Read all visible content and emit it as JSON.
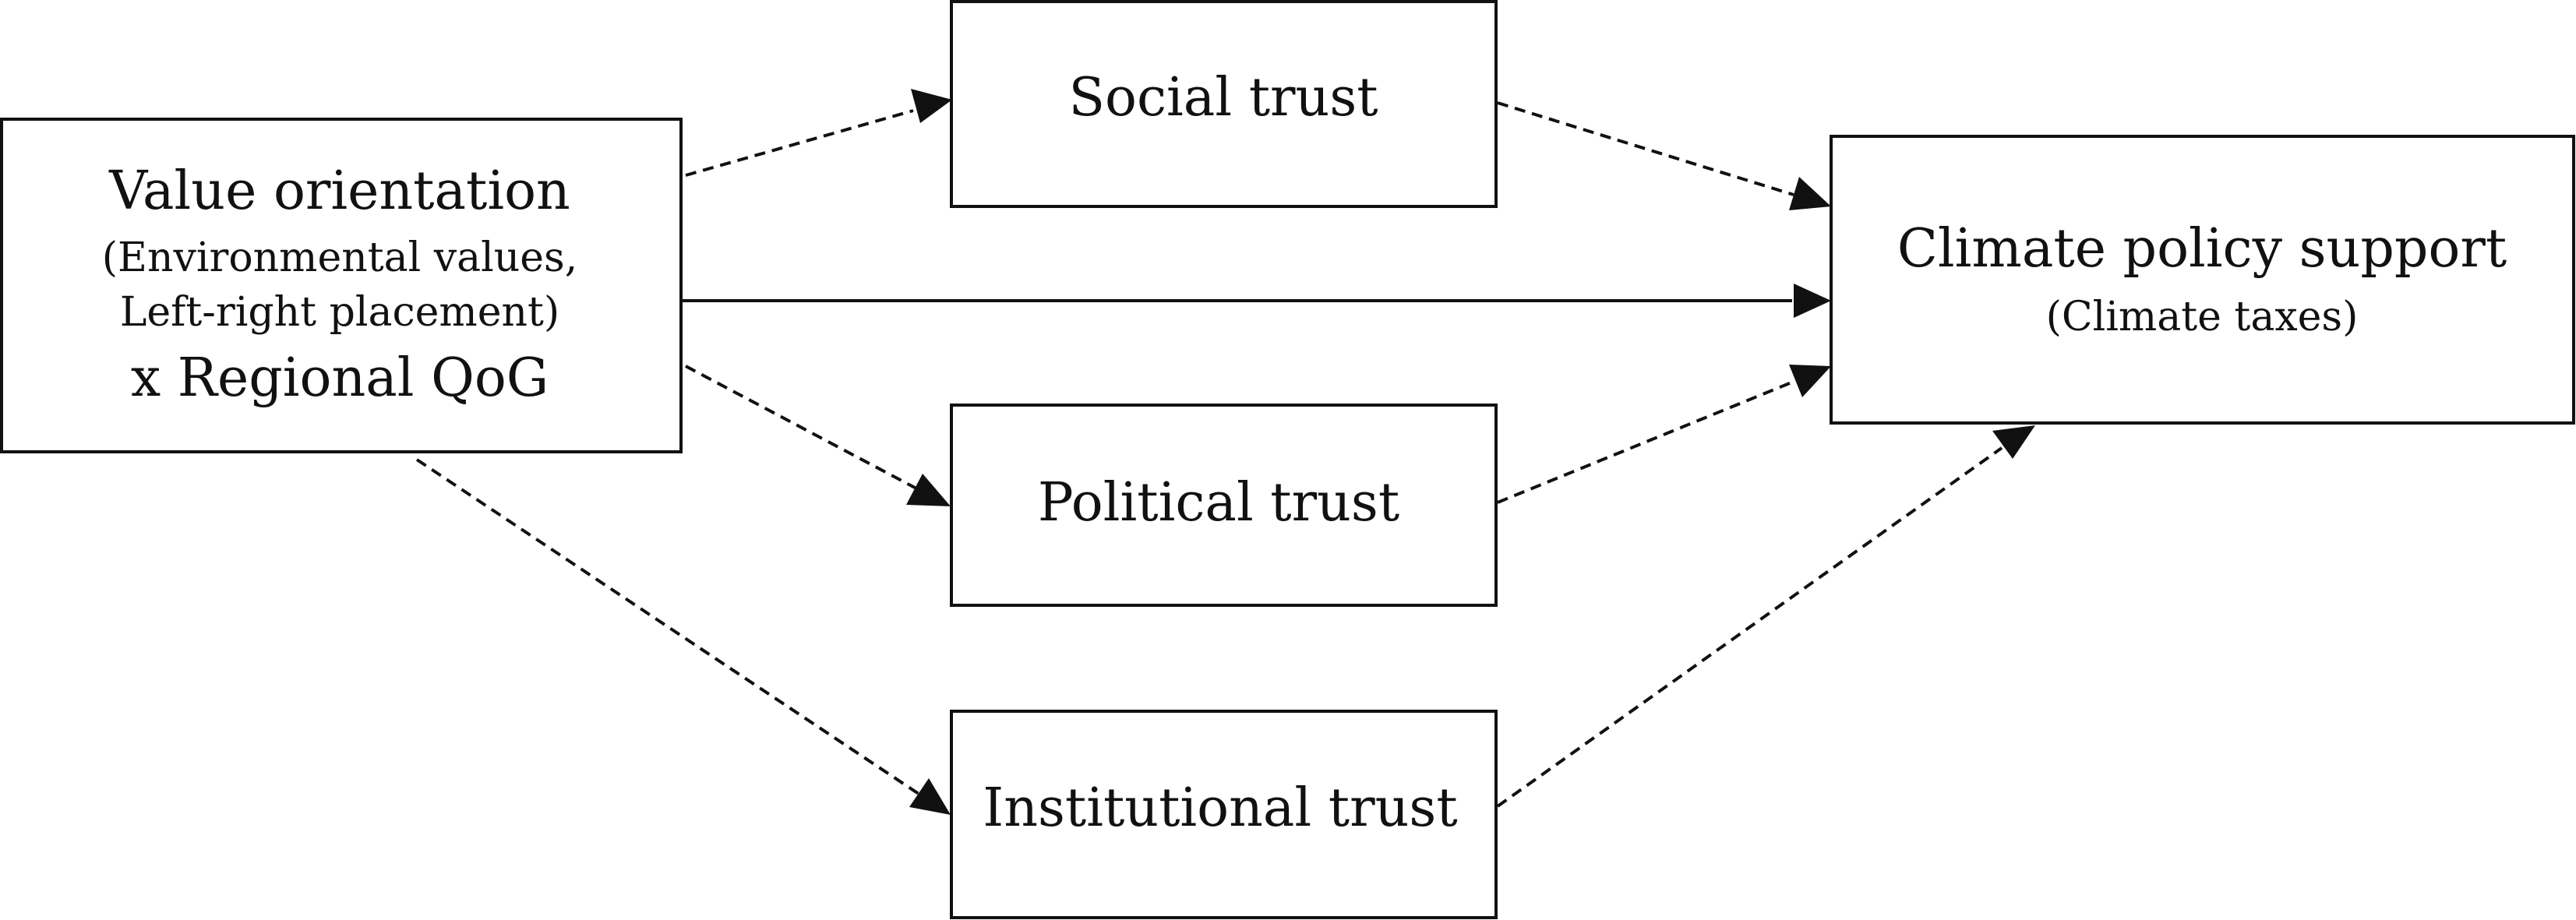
{
  "nodes": {
    "value_orientation": {
      "title": "Value orientation",
      "line2": "(Environmental values,",
      "line3": "Left-right placement)",
      "line4": "x Regional QoG"
    },
    "social_trust": {
      "title": "Social trust"
    },
    "political_trust": {
      "title": "Political trust"
    },
    "institutional_trust": {
      "title": "Institutional trust"
    },
    "climate_policy_support": {
      "title": "Climate policy support",
      "subtitle": "(Climate taxes)"
    }
  },
  "edges": [
    {
      "from": "Value orientation",
      "to": "Social trust",
      "style": "dashed"
    },
    {
      "from": "Value orientation",
      "to": "Political trust",
      "style": "dashed"
    },
    {
      "from": "Value orientation",
      "to": "Institutional trust",
      "style": "dashed"
    },
    {
      "from": "Value orientation",
      "to": "Climate policy support",
      "style": "solid"
    },
    {
      "from": "Social trust",
      "to": "Climate policy support",
      "style": "dashed"
    },
    {
      "from": "Political trust",
      "to": "Climate policy support",
      "style": "dashed"
    },
    {
      "from": "Institutional trust",
      "to": "Climate policy support",
      "style": "dashed"
    }
  ]
}
